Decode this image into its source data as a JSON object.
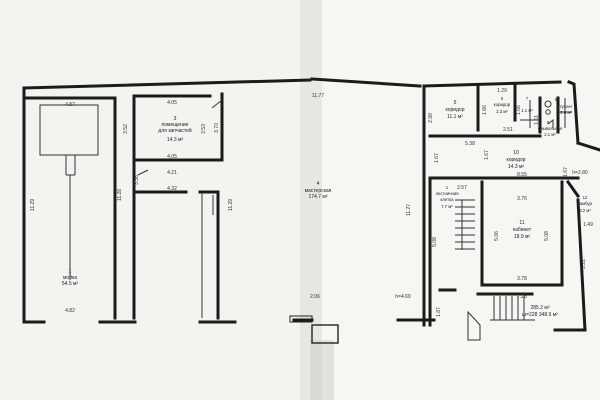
{
  "rooms": [
    {
      "num": "1",
      "name": "мойка",
      "area": "54.5 м²"
    },
    {
      "num": "3",
      "name_l1": "помещение",
      "name_l2": "для запчастей",
      "area": "14.3 м²"
    },
    {
      "num": "4",
      "name": "мастерская",
      "area": "174.7 м²"
    },
    {
      "num": "5",
      "name": "коридор",
      "area": "11.1 м²"
    },
    {
      "num": "6",
      "name": "коридор",
      "area": "2.3 м²"
    },
    {
      "num": "7",
      "name": "",
      "area": "1.1 м²"
    },
    {
      "num": "8",
      "name": "туалет",
      "area": "2.6 м²"
    },
    {
      "num": "9",
      "name": "умывальная",
      "area": "2.1 м²"
    },
    {
      "num": "10",
      "name": "коридор",
      "area": "14.3 м²"
    },
    {
      "num": "1",
      "name_l1": "лестничная",
      "name_l2": "клетка",
      "area": "7.7 м²"
    },
    {
      "num": "11",
      "name": "кабинет",
      "area": "18.9 м²"
    },
    {
      "num": "12",
      "name": "тамбур",
      "area": "3.2 м²"
    }
  ],
  "dimensions": [
    "4.87",
    "4.05",
    "3.52",
    "3.53",
    "3.70",
    "4.05",
    "4.21",
    "4.32",
    "11.29",
    "11.28",
    "11.29",
    "3.36",
    "4.82",
    "11.27",
    "11.77",
    "2.06",
    "1.29",
    "1.66",
    "1.66",
    "1.61",
    "2.51",
    "5.38",
    "1.67",
    "8.55",
    "2.57",
    "3.76",
    "5.06",
    "5.08",
    "3.78",
    "5.08",
    "1.87",
    "h=4.69",
    "7.25",
    "h=2.80",
    "1.49",
    "3.22",
    "2.98",
    "1.67",
    "1.67"
  ],
  "totals": {
    "line1": "285.2 м²",
    "line2": "ш=228  348.9 м²"
  }
}
